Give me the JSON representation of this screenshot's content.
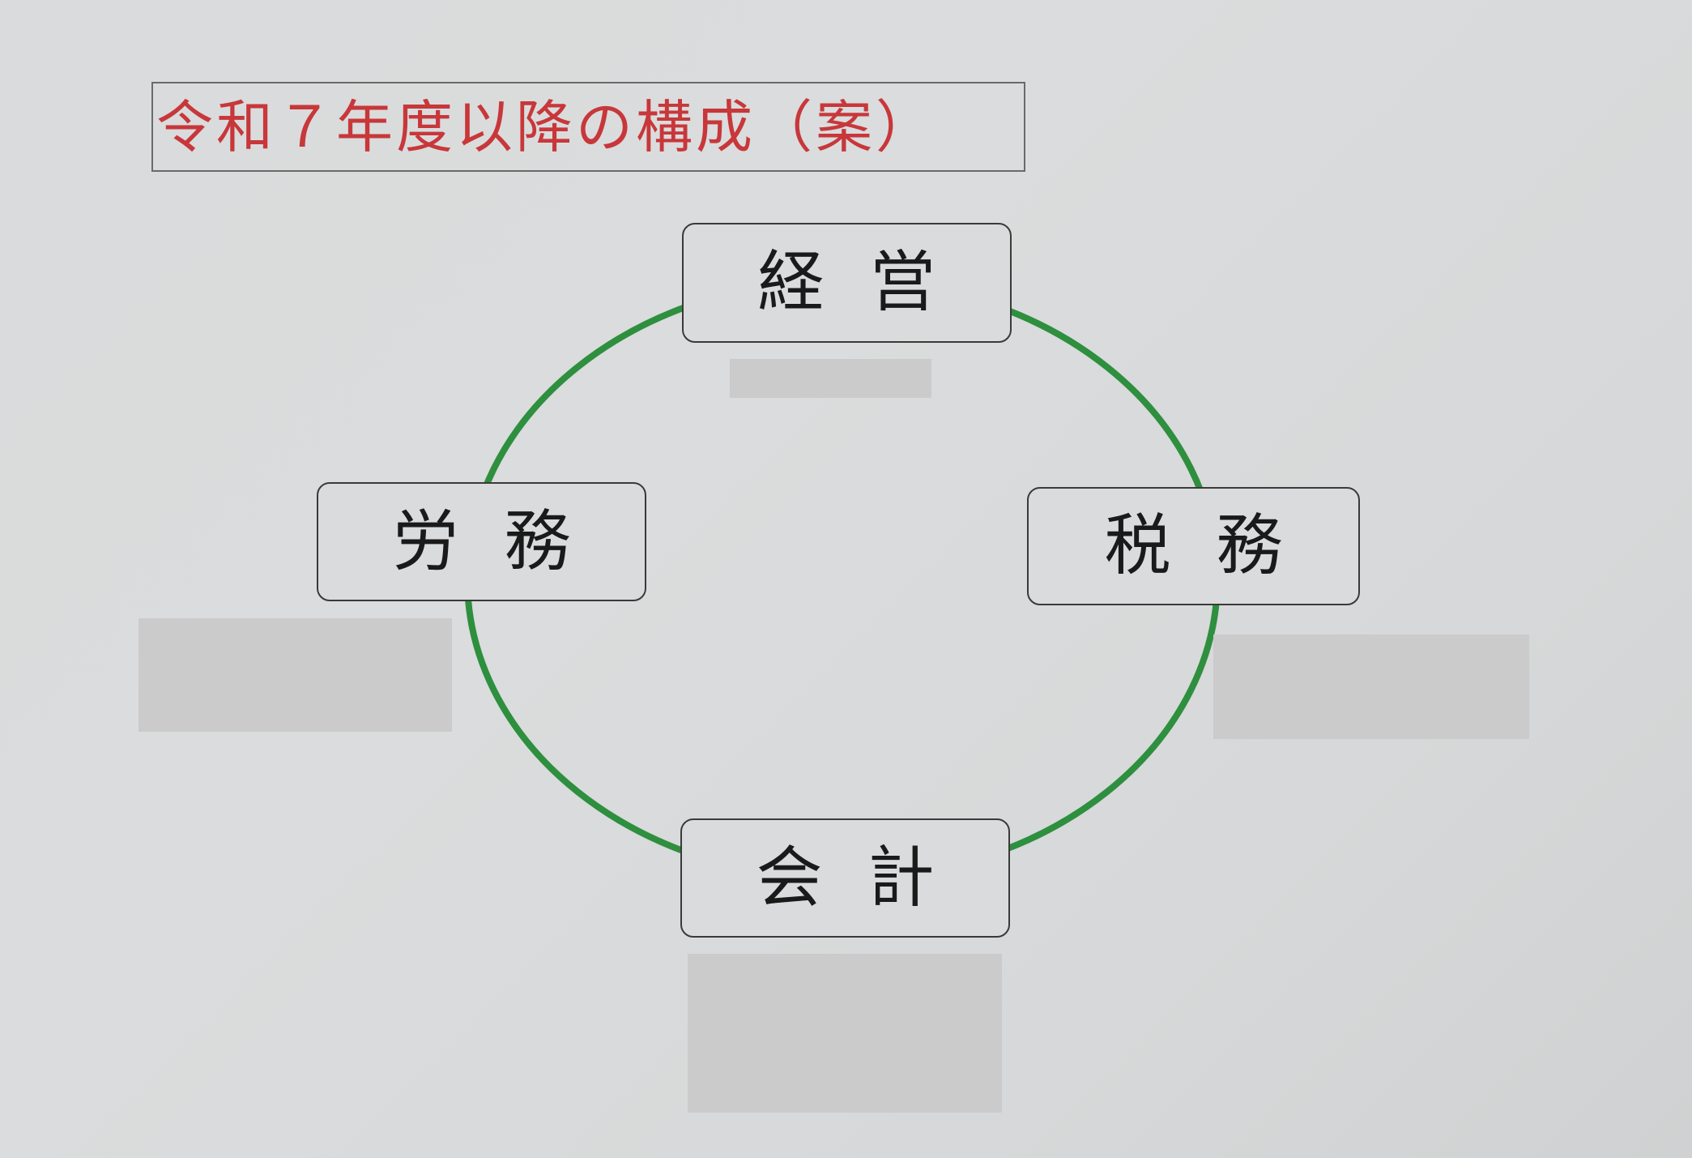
{
  "title": "令和７年度以降の構成（案）",
  "diagram": {
    "type": "cycle",
    "ring_color": "#2e8f3e",
    "title_color": "#c8373a",
    "nodes": [
      {
        "id": "top",
        "label": "経営"
      },
      {
        "id": "right",
        "label": "税務"
      },
      {
        "id": "bottom",
        "label": "会計"
      },
      {
        "id": "left",
        "label": "労務"
      }
    ]
  }
}
